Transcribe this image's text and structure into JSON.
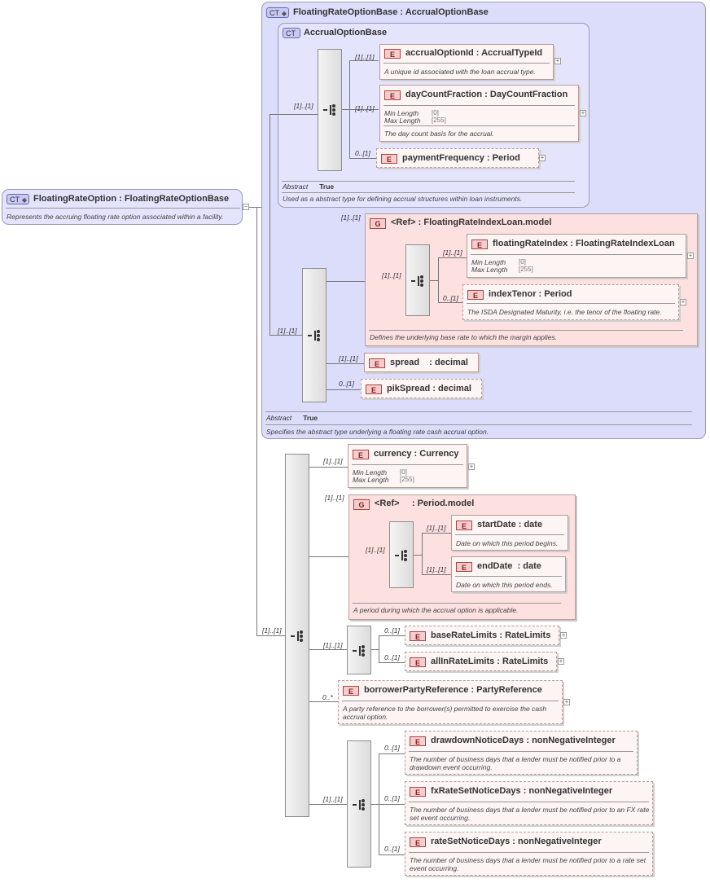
{
  "root": {
    "icon_text": "CT",
    "title": "FloatingRateOption : FloatingRateOptionBase",
    "annotation": "Represents the accruing floating rate option associated within a facility."
  },
  "base": {
    "title": "FloatingRateOptionBase : AccrualOptionBase",
    "abstract_label": "Abstract",
    "abstract_value": "True",
    "annotation": "Specifies the abstract type underlying a floating rate cash accrual option."
  },
  "accrual": {
    "title": "AccrualOptionBase",
    "abstract_label": "Abstract",
    "abstract_value": "True",
    "annotation": "Used as a abstract type for defining accrual structures within loan instruments.",
    "seq_card": "[1]..[1]",
    "accrualOptionId": {
      "card": "[1]..[1]",
      "title": "accrualOptionId : AccrualTypeId",
      "annotation": "A unique id associated with the loan accrual type."
    },
    "dayCountFraction": {
      "card": "[1]..[1]",
      "title": "dayCountFraction : DayCountFraction",
      "min_label": "Min Length",
      "min_value": "[0]",
      "max_label": "Max Length",
      "max_value": "[255]",
      "annotation": "The day count basis for the accrual."
    },
    "paymentFrequency": {
      "card": "0..[1]",
      "title": "paymentFrequency : Period"
    }
  },
  "floatSeq": {
    "card": "[1]..[1]",
    "group": {
      "card": "[1]..[1]",
      "title": "<Ref>     : FloatingRateIndexLoan.model",
      "seq_card": "[1]..[1]",
      "annotation": "Defines the underlying base rate to which the margin applies.",
      "floatingRateIndex": {
        "card": "[1]..[1]",
        "title": "floatingRateIndex : FloatingRateIndexLoan",
        "min_label": "Min Length",
        "min_value": "[0]",
        "max_label": "Max Length",
        "max_value": "[255]"
      },
      "indexTenor": {
        "card": "0..[1]",
        "title": "indexTenor : Period",
        "annotation": "The ISDA Designated Maturity, i.e. the tenor of the floating rate."
      }
    },
    "spread": {
      "card": "[1]..[1]",
      "title": "spread    : decimal"
    },
    "pikSpread": {
      "card": "0..[1]",
      "title": "pikSpread : decimal"
    }
  },
  "mainSeq": {
    "card": "[1]..[1]",
    "currency": {
      "card": "[1]..[1]",
      "title": "currency : Currency",
      "min_label": "Min Length",
      "min_value": "[0]",
      "max_label": "Max Length",
      "max_value": "[255]"
    },
    "period": {
      "card": "[1]..[1]",
      "title": "<Ref>     : Period.model",
      "seq_card": "[1]..[1]",
      "annotation": "A period during which the accrual option is applicable.",
      "startDate": {
        "card": "[1]..[1]",
        "title": "startDate : date",
        "annotation": "Date on which this period begins."
      },
      "endDate": {
        "card": "[1]..[1]",
        "title": "endDate  : date",
        "annotation": "Date on which this period ends."
      }
    },
    "limitsSeq": {
      "card": "[1]..[1]",
      "baseRateLimits": {
        "card": "0..[1]",
        "title": "baseRateLimits : RateLimits"
      },
      "allInRateLimits": {
        "card": "0..[1]",
        "title": "allInRateLimits : RateLimits"
      }
    },
    "borrower": {
      "card": "0..*",
      "title": "borrowerPartyReference : PartyReference",
      "annotation": "A party reference to the borrower(s) permitted to exercise the cash accrual option."
    },
    "noticeSeq": {
      "card": "[1]..[1]",
      "drawdown": {
        "card": "0..[1]",
        "title": "drawdownNoticeDays : nonNegativeInteger",
        "annotation": "The number of business days that a lender must be notified prior to a drawdown event occurring."
      },
      "fxRate": {
        "card": "0..[1]",
        "title": "fxRateSetNoticeDays : nonNegativeInteger",
        "annotation": "The number of business days that a lender must be notified prior to an FX rate set event occurring."
      },
      "rateSet": {
        "card": "0..[1]",
        "title": "rateSetNoticeDays : nonNegativeInteger",
        "annotation": "The number of business days that a lender must be notified prior to a rate set event occurring."
      }
    }
  }
}
